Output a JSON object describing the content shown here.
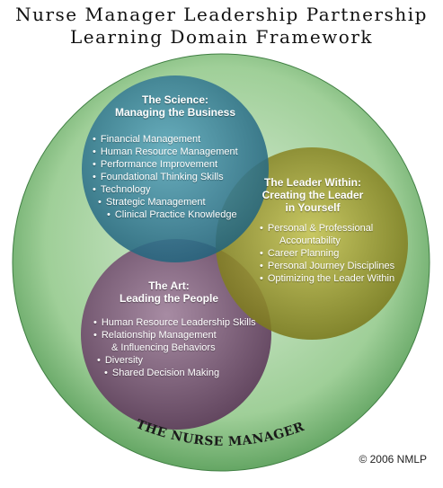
{
  "title": {
    "line1": "Nurse Manager Leadership Partnership",
    "line2": "Learning Domain Framework"
  },
  "colors": {
    "outer_circle": "#6fae6a",
    "science_circle": "#2f7d97",
    "leader_circle": "#9a9a2a",
    "art_circle": "#7a5a78"
  },
  "science": {
    "heading_line1": "The Science:",
    "heading_line2": "Managing the Business",
    "items": [
      "Financial Management",
      "Human Resource Management",
      "Performance Improvement",
      "Foundational Thinking Skills",
      "Technology",
      "Strategic Management",
      "Clinical Practice Knowledge"
    ]
  },
  "leader": {
    "heading_line1": "The Leader Within:",
    "heading_line2": "Creating the Leader",
    "heading_line3": "in Yourself",
    "items": [
      "Personal & Professional",
      "Accountability",
      "Career Planning",
      "Personal Journey Disciplines",
      "Optimizing the Leader Within"
    ]
  },
  "art": {
    "heading_line1": "The Art:",
    "heading_line2": "Leading the People",
    "items": [
      "Human Resource Leadership Skills",
      "Relationship Management",
      "& Influencing Behaviors",
      "Diversity",
      "Shared Decision Making"
    ]
  },
  "footer_label": "THE NURSE MANAGER",
  "copyright": "© 2006 NMLP"
}
